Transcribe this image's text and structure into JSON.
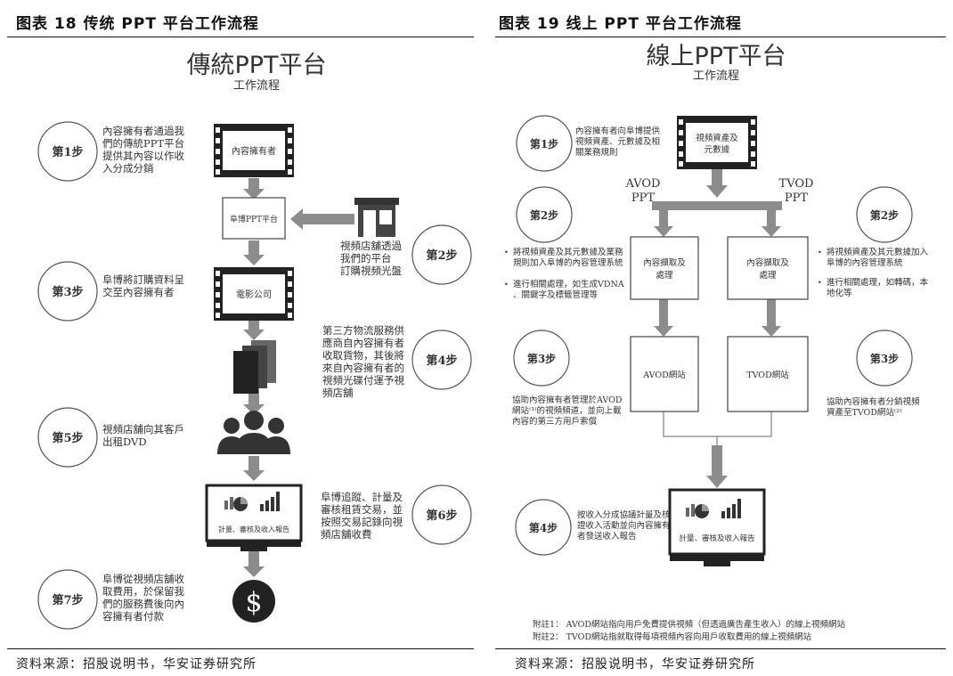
{
  "left": {
    "header": "图表 18 传统 PPT 平台工作流程",
    "title": "傳統PPT平台",
    "subtitle": "工作流程",
    "source": "资料来源：招股说明书，华安证券研究所",
    "steps": [
      "第1步",
      "第2步",
      "第3步",
      "第4步",
      "第5步",
      "第6步",
      "第7步"
    ],
    "boxes": {
      "content_owner": "內容擁有者",
      "platform": "阜博PPT平台",
      "film_company": "電影公司",
      "report": "計量、審核及收入報告"
    },
    "texts": {
      "s1": [
        "內容擁有者通過我",
        "們的傳統PPT平台",
        "提供其內容以作收",
        "入分成分銷"
      ],
      "s2": [
        "視頻店舖透過",
        "我們的平台",
        "訂購視頻光盤"
      ],
      "s3": [
        "阜博將訂購資料呈",
        "交至內容擁有者"
      ],
      "s4": [
        "第三方物流服務供",
        "應商自內容擁有者",
        "收取貨物，其後將",
        "來自內容擁有者的",
        "視頻光碟付運予視",
        "頻店舖"
      ],
      "s5": [
        "視頻店舖向其客戶",
        "出租DVD"
      ],
      "s6": [
        "阜博追蹤、計量及",
        "審核租賃交易，並",
        "按照交易記錄向視",
        "頻店舖收費"
      ],
      "s7": [
        "阜博從視頻店舖收",
        "取費用，於保留我",
        "們的服務費後向內",
        "容擁有者付款"
      ]
    }
  },
  "right": {
    "header": "图表 19 线上 PPT 平台工作流程",
    "title": "線上PPT平台",
    "subtitle": "工作流程",
    "source": "资料来源：招股说明书，华安证券研究所",
    "steps": [
      "第1步",
      "第2步",
      "第2步",
      "第3步",
      "第3步",
      "第4步"
    ],
    "top_box": [
      "視頻資產及",
      "元數據"
    ],
    "avod_label": [
      "AVOD",
      "PPT"
    ],
    "tvod_label": [
      "TVOD",
      "PPT"
    ],
    "extract_box": [
      "內容擷取及",
      "處理"
    ],
    "avod_site": "AVOD網站",
    "tvod_site": "TVOD網站",
    "report": "計量、審核及收入報告",
    "texts": {
      "s1": [
        "內容擁有者向阜博提供",
        "視頻資產、元數據及相",
        "關業務規則"
      ],
      "s2l_a": [
        "將視頻資產及其元數據及業務",
        "規則加入阜博的內容管理系統"
      ],
      "s2l_b": [
        "進行相關處理，如生成VDNA",
        "、關鍵字及標籤管理等"
      ],
      "s2r_a": [
        "將視頻資產及其元數據加入",
        "阜博的內容管理系統"
      ],
      "s2r_b": [
        "進行相關處理，如轉碼，本",
        "地化等"
      ],
      "s3l": [
        "協助內容擁有者管理於AVOD",
        "網站⁽¹⁾的視頻頻道，並向上載",
        "內容的第三方用戶索償"
      ],
      "s3r": [
        "協助內容擁有者分銷視頻",
        "資產至TVOD網站⁽²⁾"
      ],
      "s4": [
        "按收入分成協議計量及核",
        "證收入活動並向內容擁有",
        "者發送收入報告"
      ]
    },
    "notes": [
      "附註1：  AVOD網站指向用戶免費提供視頻（但透過廣告產生收入）的線上視頻網站",
      "附註2：  TVOD網站指就取得每項視頻內容向用戶收取費用的線上視頻網站"
    ]
  }
}
